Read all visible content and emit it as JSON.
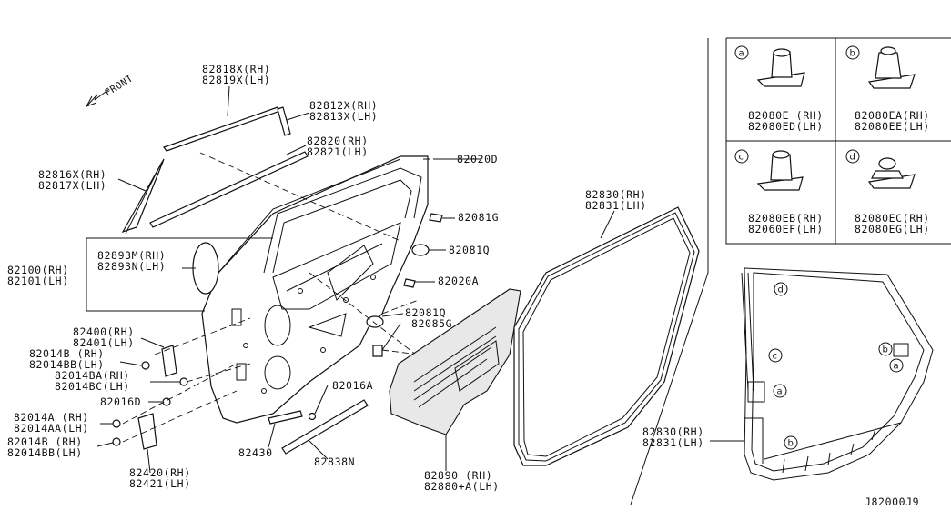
{
  "front_label": "FRONT",
  "catalog_id": "J82000J9",
  "callouts": {
    "c_82818": [
      "82818X(RH)",
      "82819X(LH)"
    ],
    "c_82812": [
      "82812X(RH)",
      "82813X(LH)"
    ],
    "c_82820": [
      "82820(RH)",
      "82821(LH)"
    ],
    "c_82816": [
      "82816X(RH)",
      "82817X(LH)"
    ],
    "c_82020D": [
      "82020D"
    ],
    "c_82081G": [
      "82081G"
    ],
    "c_82081Q_a": [
      "82081Q"
    ],
    "c_82020A": [
      "82020A"
    ],
    "c_82100": [
      "82100(RH)",
      "82101(LH)"
    ],
    "c_82893": [
      "82893M(RH)",
      "82893N(LH)"
    ],
    "c_82400": [
      "82400(RH)",
      "82401(LH)"
    ],
    "c_82014B": [
      "82014B (RH)",
      "82014BB(LH)"
    ],
    "c_82014BA": [
      "82014BA(RH)",
      "82014BC(LH)"
    ],
    "c_82016D": [
      "82016D"
    ],
    "c_82014A": [
      "82014A (RH)",
      "82014AA(LH)"
    ],
    "c_82014B2": [
      "82014B (RH)",
      "82014BB(LH)"
    ],
    "c_82420": [
      "82420(RH)",
      "82421(LH)"
    ],
    "c_82430": [
      "82430"
    ],
    "c_82838N": [
      "82838N"
    ],
    "c_82081Q_b": [
      "82081Q"
    ],
    "c_82085G": [
      "82085G"
    ],
    "c_82016A": [
      "82016A"
    ],
    "c_82890": [
      "82890 (RH)",
      "82880+A(LH)"
    ],
    "c_82830_top": [
      "82830(RH)",
      "82831(LH)"
    ],
    "c_82830_bot": [
      "82830(RH)",
      "82831(LH)"
    ]
  },
  "detail_boxes": [
    {
      "letter": "a",
      "labels": [
        "82080E (RH)",
        "82080ED(LH)"
      ]
    },
    {
      "letter": "b",
      "labels": [
        "82080EA(RH)",
        "82080EE(LH)"
      ]
    },
    {
      "letter": "c",
      "labels": [
        "82080EB(RH)",
        "82060EF(LH)"
      ]
    },
    {
      "letter": "d",
      "labels": [
        "82080EC(RH)",
        "82080EG(LH)"
      ]
    }
  ],
  "seal_markers": [
    "d",
    "c",
    "a",
    "b",
    "a",
    "b"
  ]
}
